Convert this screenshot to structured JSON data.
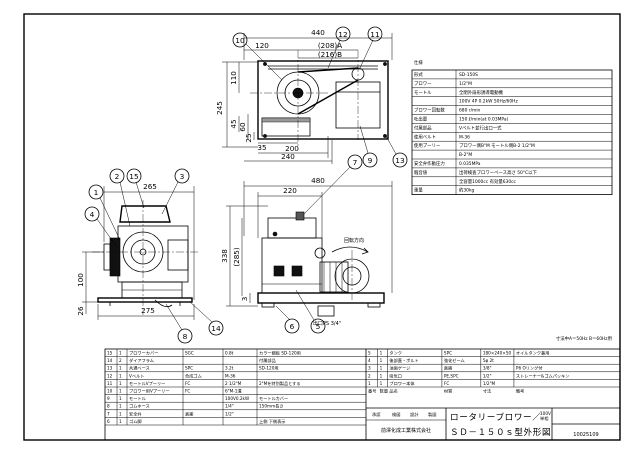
{
  "dimensions": {
    "top_width": "440",
    "top_offset": "120",
    "top_a": "(208)A",
    "top_b": "(216)B",
    "top_left_v1": "110",
    "top_left_v2": "245",
    "top_left_v3": "45",
    "top_left_v4": "60",
    "top_left_v5": "25",
    "top_bottom_35": "35",
    "top_bottom_200": "200",
    "top_bottom_240": "240",
    "side_265": "265",
    "side_275": "275",
    "side_26": "26",
    "side_100": "100",
    "front_480": "480",
    "front_220": "220",
    "front_338": "338",
    "front_285": "(285)",
    "front_3": "3",
    "front_outlet": "出口PS 3/4\"",
    "rotation": "回転方向"
  },
  "balloons": [
    "1",
    "2",
    "3",
    "4",
    "5",
    "6",
    "7",
    "8",
    "9",
    "10",
    "11",
    "12",
    "13",
    "14",
    "15"
  ],
  "spec": {
    "title": "仕様",
    "rows": [
      {
        "k": "形式",
        "v": "SD-150S"
      },
      {
        "k": "ブロワー",
        "v": "1/2\"M"
      },
      {
        "k": "モートル",
        "v": "全閉外扇形誘導電動機"
      },
      {
        "k": "",
        "v": "100V 4P 0.2kW 50Hz/60Hz"
      },
      {
        "k": "ブロワー回転数",
        "v": "680 r/min"
      },
      {
        "k": "吐出量",
        "v": "150 ℓ/min(at 0.03MPa)"
      },
      {
        "k": "付属部品",
        "v": "Vベルト並行出口一式"
      },
      {
        "k": "使用ベルト",
        "v": "M-36"
      },
      {
        "k": "使用プーリー",
        "v": "プロワー側B\"M  モートル側B-2 1/2\"M"
      },
      {
        "k": "",
        "v": "B-2\"M"
      },
      {
        "k": "安全弁作動圧力",
        "v": "0.035MPa"
      },
      {
        "k": "騒音値",
        "v": "出荷検査ブロワーベース高さ 50°C以下"
      },
      {
        "k": "",
        "v": "全容量1000cc 有効量630cc"
      },
      {
        "k": "重量",
        "v": "約30kg"
      }
    ]
  },
  "freq_note": "寸法中A＝50Hz B＝60Hz用",
  "parts_left": [
    {
      "no": "15",
      "qty": "1",
      "name": "プロワーカバー",
      "mat": "SGC",
      "size": "0.8t",
      "note": "カラー鋼板 SD-120用"
    },
    {
      "no": "14",
      "qty": "2",
      "name": "ダイアフラム",
      "mat": "",
      "size": "",
      "note": "付属部品"
    },
    {
      "no": "13",
      "qty": "1",
      "name": "共通ベース",
      "mat": "SPC",
      "size": "3.2t",
      "note": "SD-120用"
    },
    {
      "no": "12",
      "qty": "1",
      "name": "Vベルト",
      "mat": "合成ゴム",
      "size": "M-36",
      "note": ""
    },
    {
      "no": "11",
      "qty": "1",
      "name": "モートルVプーリー",
      "mat": "FC",
      "size": "2 1/2\"M",
      "note": "2\"Mを特別製品とする"
    },
    {
      "no": "10",
      "qty": "1",
      "name": "ブロワー用Vプーリー",
      "mat": "FC",
      "size": "6\"M-1溝",
      "note": ""
    },
    {
      "no": "9",
      "qty": "1",
      "name": "モートル",
      "mat": "",
      "size": "100V0.2kW",
      "note": "モートルカバー"
    },
    {
      "no": "8",
      "qty": "1",
      "name": "ゴムホース",
      "mat": "",
      "size": "1/4\"",
      "note": "150mm長さ"
    },
    {
      "no": "7",
      "qty": "1",
      "name": "安全弁",
      "mat": "真鍮",
      "size": "1/2\"",
      "note": ""
    },
    {
      "no": "6",
      "qty": "1",
      "name": "ゴム脚",
      "mat": "",
      "size": "",
      "note": "上側 下側表示"
    }
  ],
  "parts_right": [
    {
      "no": "5",
      "qty": "1",
      "name": "タンク",
      "mat": "SPC",
      "size": "180×240×50",
      "note": "オイルタンク兼用"
    },
    {
      "no": "4",
      "qty": "1",
      "name": "後部蓋・ボルト",
      "mat": "強化ゼーム",
      "size": "5φ 2t",
      "note": ""
    },
    {
      "no": "3",
      "qty": "1",
      "name": "油面ゲージ",
      "mat": "真鍮",
      "size": "3/8\"",
      "note": "P6 Oリング付"
    },
    {
      "no": "2",
      "qty": "1",
      "name": "吸気口",
      "mat": "PE,SPC",
      "size": "1/2\"",
      "note": "ストレーナー&ゴムパッキン"
    },
    {
      "no": "1",
      "qty": "1",
      "name": "ブロワー本体",
      "mat": "FC",
      "size": "1/2\"M",
      "note": ""
    }
  ],
  "parts_header": {
    "no": "番号",
    "name": "品名",
    "qty": "数量",
    "mat": "材質",
    "size": "寸法",
    "note": "備考"
  },
  "title_block": {
    "company": "前澤化成工業株式会社",
    "product": "ロータリーブロワー／",
    "model": "ＳＤ－１５０ｓ型外形図",
    "voltage": "100V",
    "phase": "単相",
    "drawing_no": "10025109",
    "lbl_design": "設計",
    "lbl_check": "検図",
    "lbl_draw": "製図",
    "lbl_approve": "承認"
  }
}
